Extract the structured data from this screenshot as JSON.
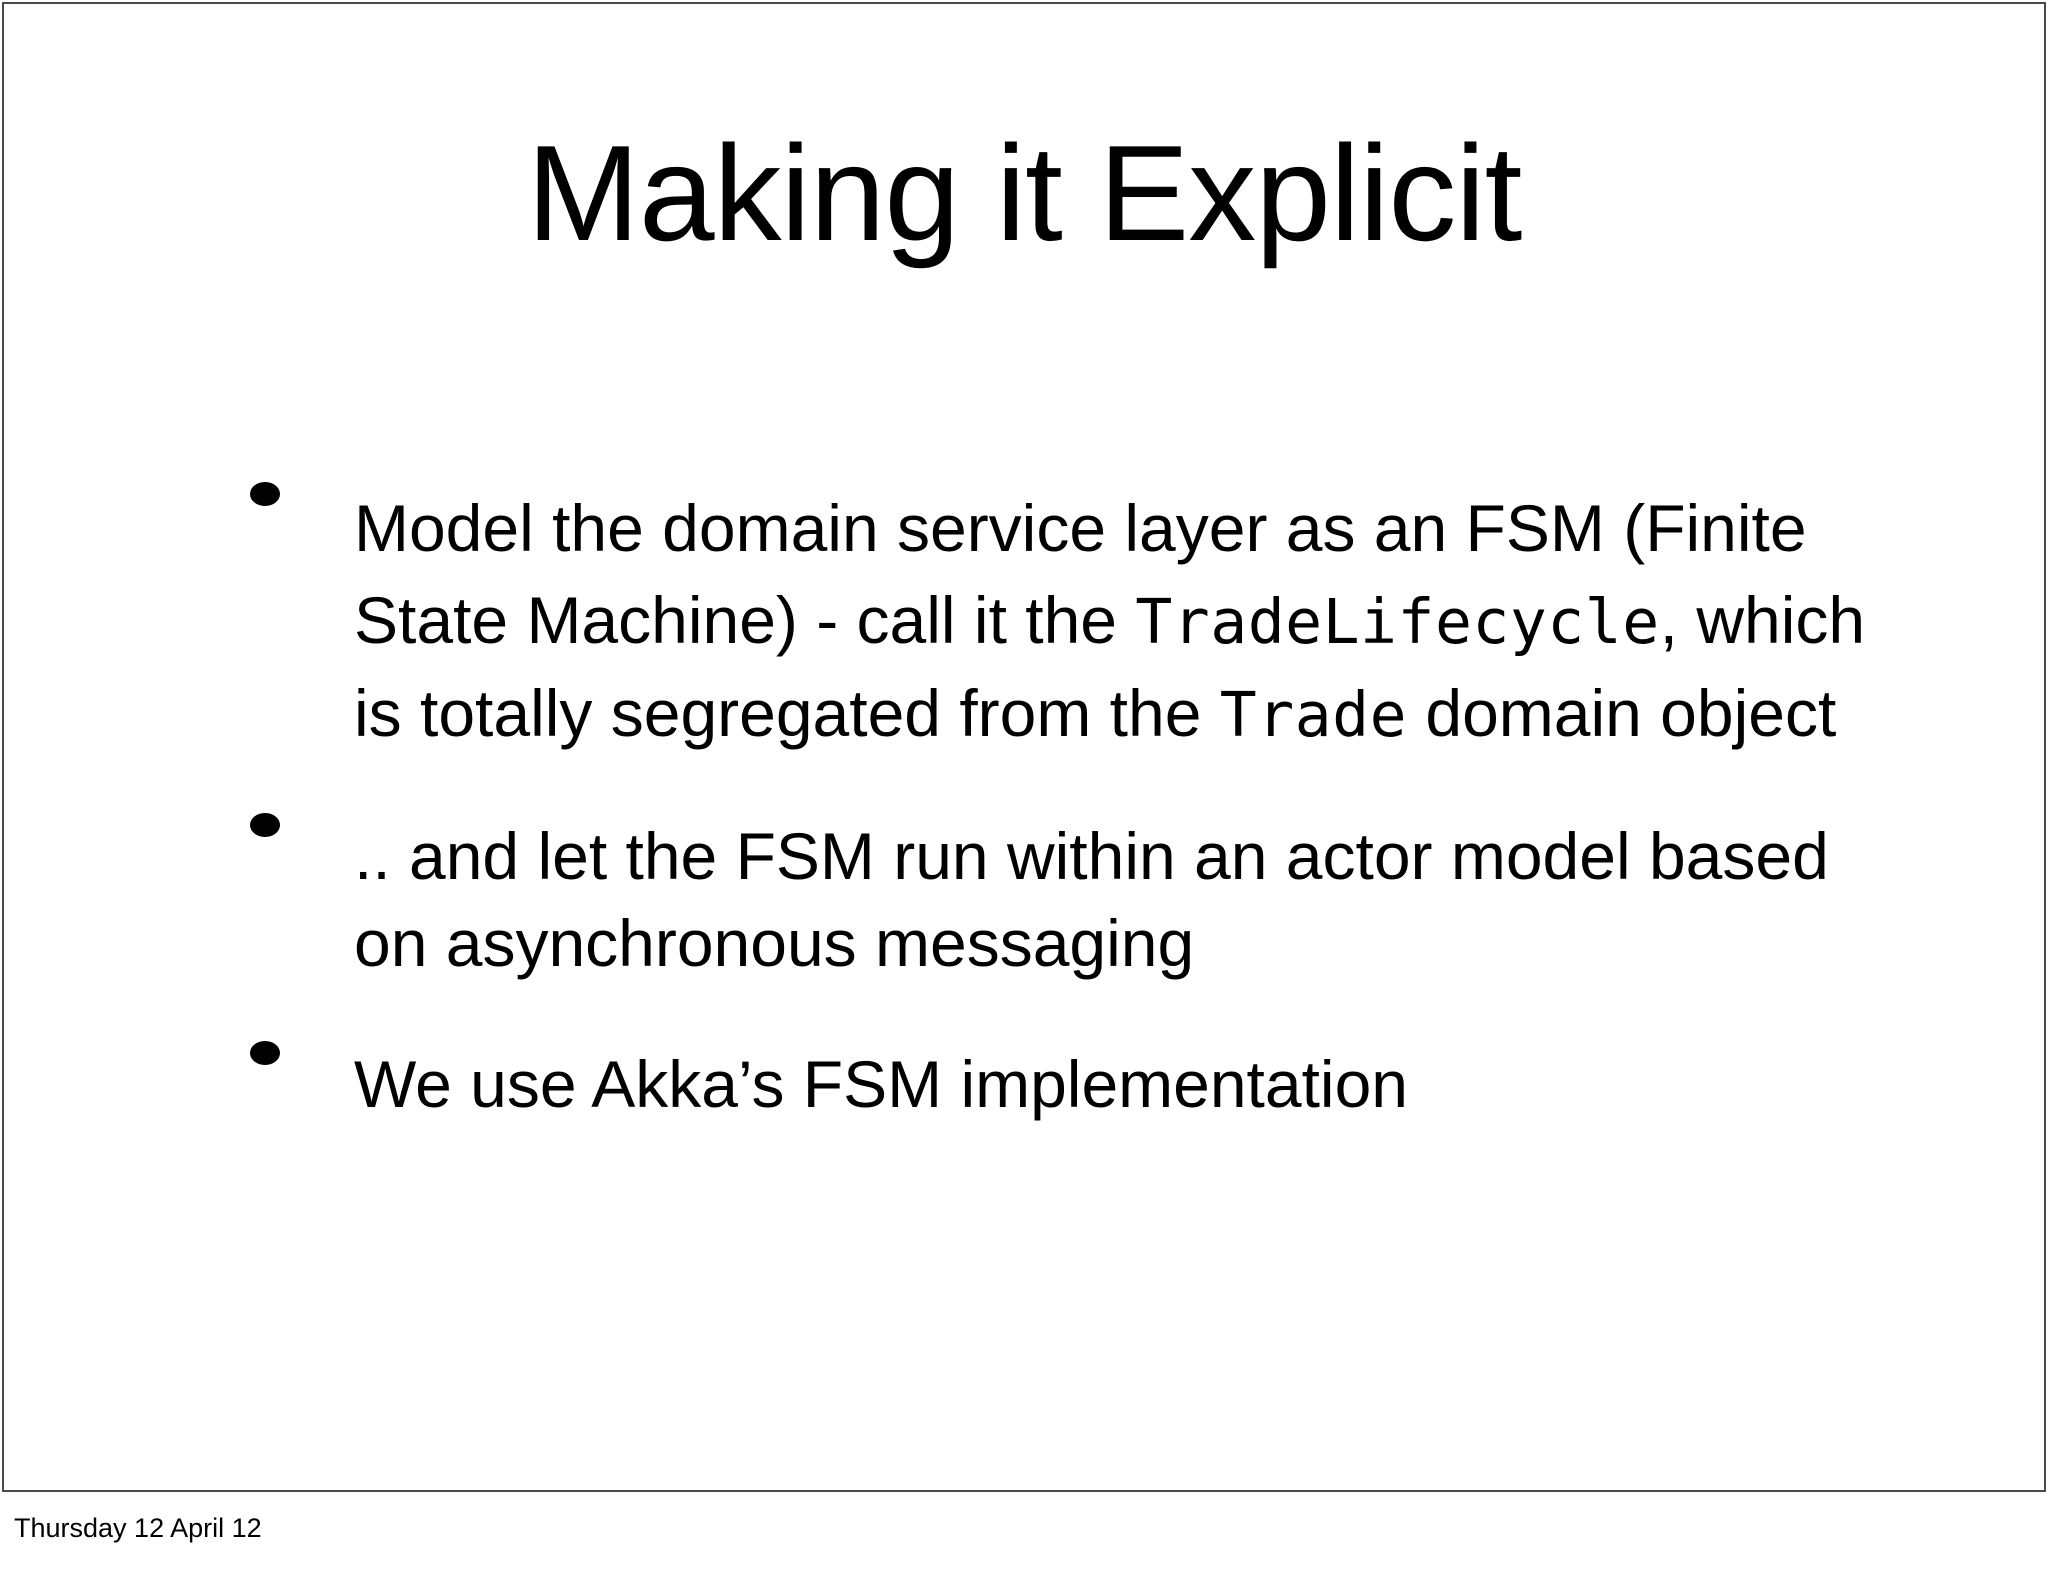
{
  "slide": {
    "title": "Making it Explicit",
    "background_color": "#ffffff",
    "text_color": "#000000",
    "border_color": "#4a4a4d",
    "bullets": [
      {
        "marker": "bullet-dot",
        "runs": [
          {
            "style": "prose",
            "text": "Model the domain service layer as an FSM (Finite State Machine) - call it the "
          },
          {
            "style": "code",
            "text": "TradeLifecycle"
          },
          {
            "style": "prose",
            "text": ", which is totally segregated from the "
          },
          {
            "style": "code",
            "text": "Trade"
          },
          {
            "style": "prose",
            "text": " domain object"
          }
        ],
        "plain": "Model the domain service layer as an FSM (Finite State Machine) - call it the TradeLifecycle, which is totally segregated from the Trade domain object"
      },
      {
        "marker": "bullet-dot",
        "runs": [
          {
            "style": "prose",
            "text": ".. and let the FSM run within an actor model based on asynchronous messaging"
          }
        ],
        "plain": ".. and let the FSM run within an actor model based on asynchronous messaging"
      },
      {
        "marker": "bullet-dot",
        "runs": [
          {
            "style": "prose",
            "text": "We use Akka’s FSM implementation"
          }
        ],
        "plain": "We use Akka’s FSM implementation"
      }
    ]
  },
  "footer": {
    "date": "Thursday 12 April 12"
  }
}
